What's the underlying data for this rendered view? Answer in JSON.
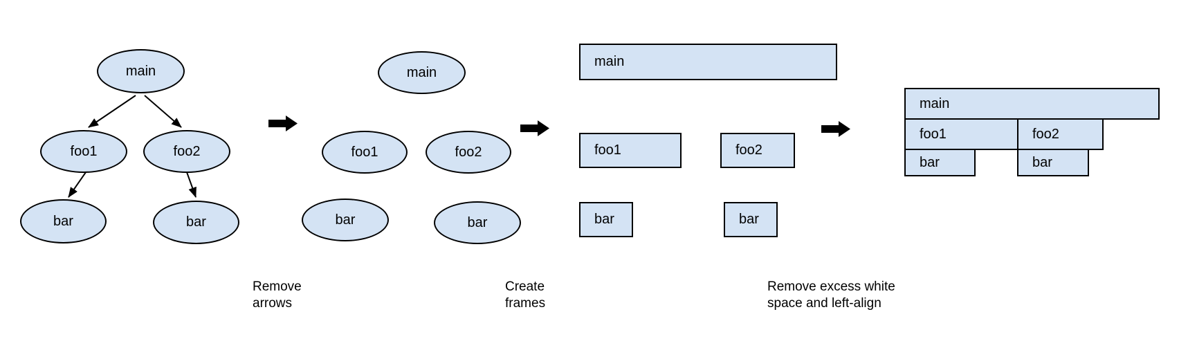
{
  "colors": {
    "node_fill": "#d4e3f4",
    "node_stroke": "#000000",
    "arrow": "#000000",
    "text": "#000000",
    "background": "#ffffff"
  },
  "steps": {
    "tree": {
      "main": "main",
      "foo1": "foo1",
      "foo2": "foo2",
      "bar_left": "bar",
      "bar_right": "bar"
    },
    "no_arrows": {
      "main": "main",
      "foo1": "foo1",
      "foo2": "foo2",
      "bar_left": "bar",
      "bar_right": "bar"
    },
    "frames": {
      "main": "main",
      "foo1": "foo1",
      "foo2": "foo2",
      "bar_left": "bar",
      "bar_right": "bar"
    },
    "flame": {
      "main": "main",
      "foo1": "foo1",
      "foo2": "foo2",
      "bar_left": "bar",
      "bar_right": "bar"
    }
  },
  "captions": {
    "remove_arrows": {
      "line1": "Remove",
      "line2": "arrows"
    },
    "create_frames": {
      "line1": "Create",
      "line2": "frames"
    },
    "left_align": {
      "line1": "Remove excess white",
      "line2": "space and left-align"
    }
  }
}
